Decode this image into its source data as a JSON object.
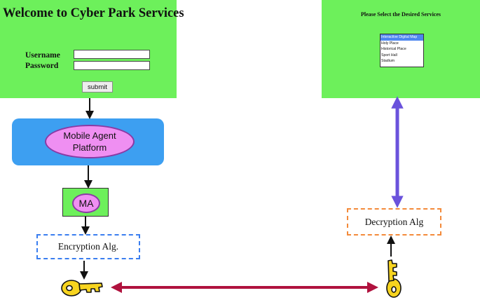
{
  "login": {
    "title": "Welcome to Cyber Park Services",
    "username_label": "Username",
    "password_label": "Password",
    "username_value": "",
    "password_value": "",
    "submit_label": "submit"
  },
  "services": {
    "title": "Please Select the Desired Services",
    "options": [
      "Interactive Digital Map",
      "Holy Place",
      "Historical Place",
      "Sport Hall",
      "Stadium"
    ],
    "selected_index": 0
  },
  "platform": {
    "line1": "Mobile Agent",
    "line2": "Platform"
  },
  "ma": {
    "label": "MA"
  },
  "encryption": {
    "label": "Encryption Alg."
  },
  "decryption": {
    "label": "Decryption Alg"
  },
  "colors": {
    "panel_green": "#6df05b",
    "platform_blue": "#3d9ff1",
    "ellipse_pink": "#ef8ff2",
    "key_yellow": "#f7d41f",
    "encryption_border": "#3a7ef0",
    "decryption_border": "#f38a3a",
    "link_arrow": "#b0123e",
    "services_arrow": "#6a52dc"
  }
}
